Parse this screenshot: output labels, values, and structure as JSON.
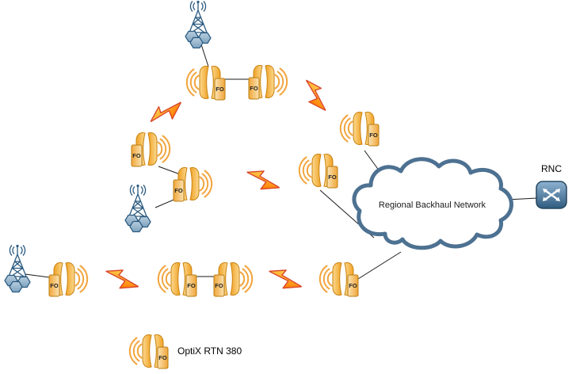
{
  "labels": {
    "fo": "FO",
    "rnc": "RNC",
    "cloud": "Regional Backhaul Network",
    "legend": "OptiX RTN 380"
  },
  "icons": {
    "radio_unit": "microwave-antenna-icon",
    "base_station": "cell-tower-icon",
    "microwave_link": "lightning-bolt-icon",
    "cloud": "cloud-shape",
    "router": "router-icon"
  },
  "colors": {
    "antenna_fill": "#F0A63A",
    "antenna_outline": "#C9820E",
    "wave_orange": "#F2A43B",
    "bolt_fill": "#FF9A1E",
    "bolt_outline": "#D9472B",
    "structure_blue": "#2A5A80",
    "cloud_border": "#4D7191",
    "connector": "#1A1A1A",
    "background": "#FFFFFF"
  }
}
